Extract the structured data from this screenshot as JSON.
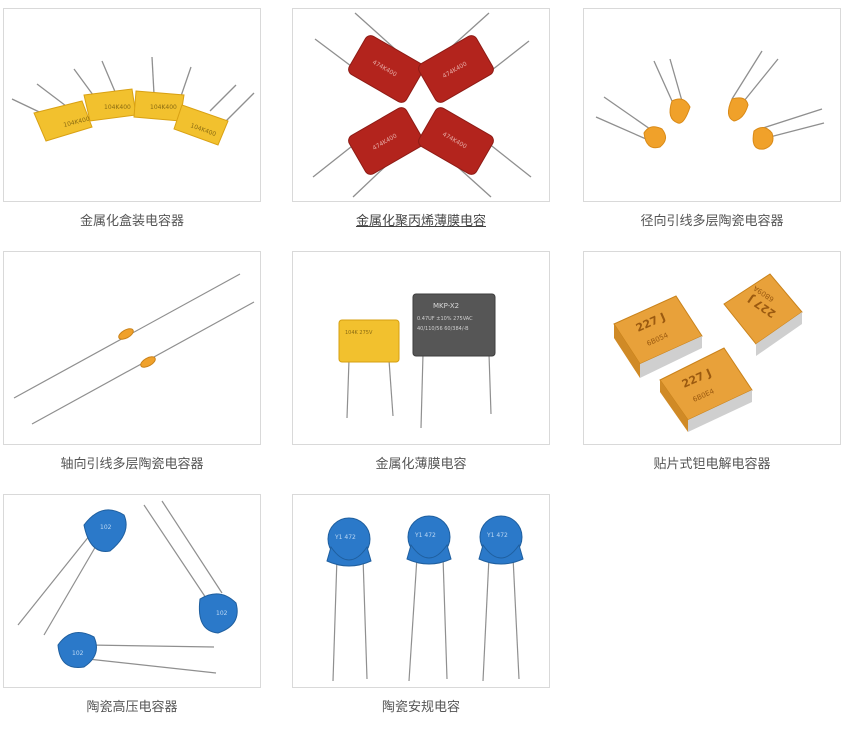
{
  "products": [
    {
      "title": "金属化盒装电容器",
      "icon": "metallized-box-capacitor-image"
    },
    {
      "title": "金属化聚丙烯薄膜电容",
      "icon": "metallized-polypropylene-film-capacitor-image",
      "active": true
    },
    {
      "title": "径向引线多层陶瓷电容器",
      "icon": "radial-multilayer-ceramic-capacitor-image"
    },
    {
      "title": "轴向引线多层陶瓷电容器",
      "icon": "axial-multilayer-ceramic-capacitor-image"
    },
    {
      "title": "金属化薄膜电容",
      "icon": "metallized-film-capacitor-image"
    },
    {
      "title": "贴片式钽电解电容器",
      "icon": "smd-tantalum-capacitor-image"
    },
    {
      "title": "陶瓷高压电容器",
      "icon": "ceramic-high-voltage-capacitor-image"
    },
    {
      "title": "陶瓷安规电容",
      "icon": "ceramic-safety-capacitor-image"
    }
  ],
  "labels": {
    "box_cap": "104K400",
    "film_cap": "474K400",
    "x2_line1": "MKP-X2",
    "x2_line2": "0.47UF ±10% 275VAC",
    "x2_line3": "40/110/56 60/384/-B",
    "x2_small": "104K 275V",
    "tant_a": "227 J",
    "tant_a_sub": "6B054",
    "tant_b": "227 J",
    "tant_b_sub": "6B09A",
    "tant_c": "227 J",
    "tant_c_sub": "6B0E4",
    "hv_cap": "102",
    "safety_cap": "Y1 472"
  },
  "colors": {
    "border": "#d9d9d9",
    "caption": "#555555",
    "yellow": "#f2c12e",
    "red": "#b3241d",
    "orange": "#f0a12a",
    "tantalum": "#e8a13a",
    "blue": "#2b79c9",
    "lead": "#8f8f8f"
  }
}
